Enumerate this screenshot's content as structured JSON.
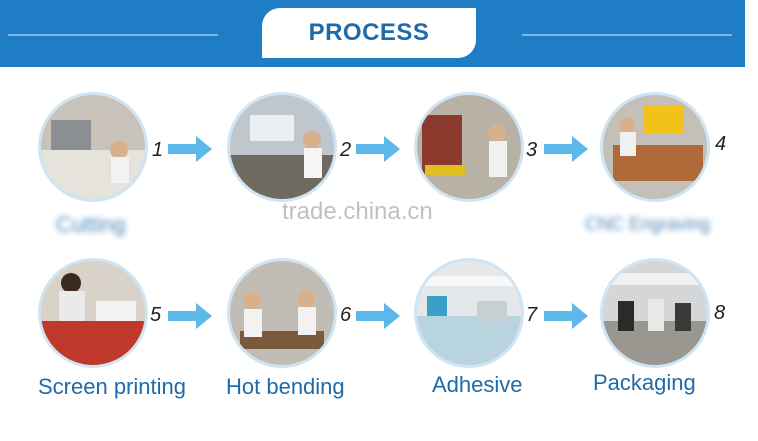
{
  "header": {
    "title": "PROCESS"
  },
  "steps": [
    {
      "number": "1",
      "label": "Cutting"
    },
    {
      "number": "2",
      "label": ""
    },
    {
      "number": "3",
      "label": ""
    },
    {
      "number": "4",
      "label": "CNC Engraving"
    },
    {
      "number": "5",
      "label": "Screen printing"
    },
    {
      "number": "6",
      "label": "Hot bending"
    },
    {
      "number": "7",
      "label": "Adhesive"
    },
    {
      "number": "8",
      "label": "Packaging"
    }
  ],
  "watermark": "trade.china.cn",
  "colors": {
    "banner": "#1f7dc6",
    "accent": "#1f6aa8",
    "arrow": "#5bb8e8"
  }
}
